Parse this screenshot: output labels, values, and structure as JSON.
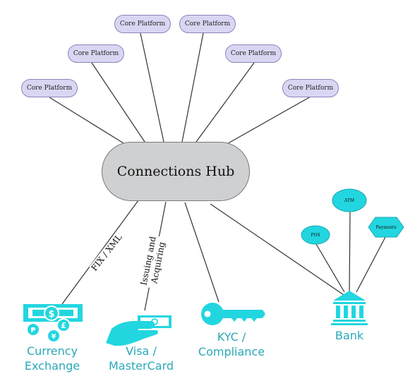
{
  "hub": {
    "label": "Connections Hub"
  },
  "platforms": [
    "Core Platform",
    "Core Platform",
    "Core Platform",
    "Core Platform",
    "Core Platform",
    "Core Platform"
  ],
  "edge_labels": {
    "fix": "FIX / XML",
    "issuing": "Issuing and Acquiring"
  },
  "endpoints": {
    "currency": [
      "Currency",
      "Exchange"
    ],
    "visa": [
      "Visa /",
      "MasterCard"
    ],
    "kyc": [
      "KYC /",
      "Compliance"
    ],
    "bank": "Bank"
  },
  "bank_nodes": {
    "pos": "POS",
    "atm": "ATM",
    "payments": "Payments"
  },
  "colors": {
    "accent": "#22d6e0",
    "caption": "#2aa8b8",
    "pill": "#d9d6f3",
    "hub": "#cfd0d2",
    "line": "#333333"
  },
  "icons": [
    "banknote-coins-icon",
    "hand-card-icon",
    "key-icon",
    "bank-icon"
  ]
}
